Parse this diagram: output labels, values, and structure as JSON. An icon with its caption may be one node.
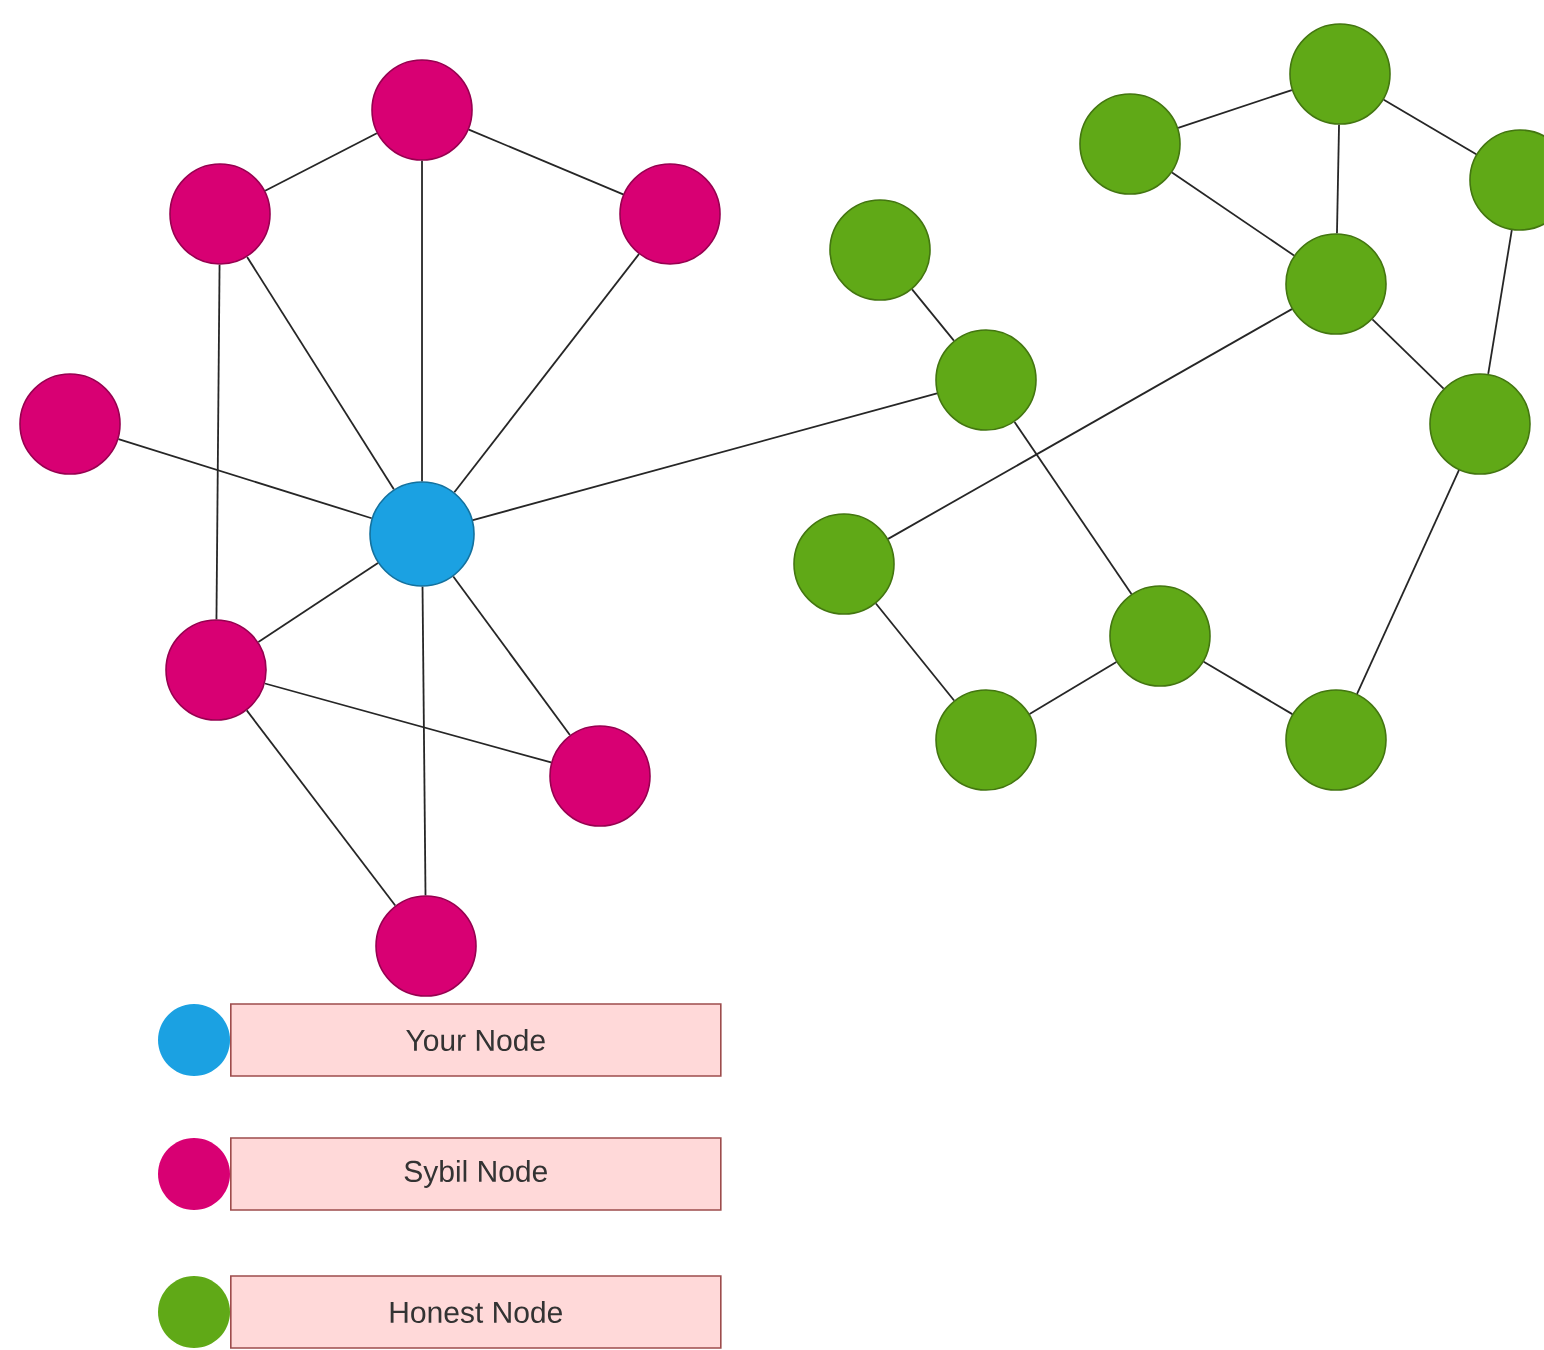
{
  "diagram": {
    "nodes": [
      {
        "text": [],
        "shape": "circle"
      },
      {
        "text": [],
        "shape": "circle"
      },
      {
        "text": [],
        "shape": "circle"
      },
      {
        "text": [],
        "shape": "circle"
      },
      {
        "text": [],
        "shape": "circle"
      },
      {
        "text": [],
        "shape": "circle"
      },
      {
        "text": [],
        "shape": "circle"
      },
      {
        "text": [],
        "shape": "circle"
      },
      {
        "text": [],
        "shape": "circle"
      },
      {
        "text": [],
        "shape": "circle"
      },
      {
        "text": [],
        "shape": "circle"
      },
      {
        "text": [],
        "shape": "circle"
      },
      {
        "text": [],
        "shape": "circle"
      },
      {
        "text": [],
        "shape": "circle"
      },
      {
        "text": [],
        "shape": "circle"
      },
      {
        "text": [],
        "shape": "circle"
      },
      {
        "text": [],
        "shape": "circle"
      },
      {
        "text": [],
        "shape": "circle"
      },
      {
        "text": [],
        "shape": "circle"
      }
    ],
    "edges": [
      {
        "from": 1,
        "to": 0,
        "arrow": "none"
      },
      {
        "from": 0,
        "to": 2,
        "arrow": "none"
      },
      {
        "from": 0,
        "to": 4,
        "arrow": "none"
      },
      {
        "from": 1,
        "to": 4,
        "arrow": "none"
      },
      {
        "from": 2,
        "to": 4,
        "arrow": "none"
      },
      {
        "from": 3,
        "to": 4,
        "arrow": "none"
      },
      {
        "from": 1,
        "to": 5,
        "arrow": "none"
      },
      {
        "from": 5,
        "to": 4,
        "arrow": "none"
      },
      {
        "from": 5,
        "to": 6,
        "arrow": "none"
      },
      {
        "from": 4,
        "to": 6,
        "arrow": "none"
      },
      {
        "from": 5,
        "to": 7,
        "arrow": "none"
      },
      {
        "from": 4,
        "to": 7,
        "arrow": "none"
      },
      {
        "from": 4,
        "to": 13,
        "arrow": "none"
      },
      {
        "from": 11,
        "to": 13,
        "arrow": "none"
      },
      {
        "from": 13,
        "to": 16,
        "arrow": "none"
      },
      {
        "from": 15,
        "to": 12,
        "arrow": "none"
      },
      {
        "from": 15,
        "to": 17,
        "arrow": "none"
      },
      {
        "from": 17,
        "to": 16,
        "arrow": "none"
      },
      {
        "from": 16,
        "to": 18,
        "arrow": "none"
      },
      {
        "from": 18,
        "to": 14,
        "arrow": "none"
      },
      {
        "from": 14,
        "to": 10,
        "arrow": "none"
      },
      {
        "from": 12,
        "to": 14,
        "arrow": "none"
      },
      {
        "from": 12,
        "to": 8,
        "arrow": "none"
      },
      {
        "from": 12,
        "to": 9,
        "arrow": "none"
      },
      {
        "from": 9,
        "to": 8,
        "arrow": "none"
      },
      {
        "from": 8,
        "to": 10,
        "arrow": "none"
      }
    ],
    "legend": [
      {
        "text": "Your Node",
        "color": "#1ba1e2"
      },
      {
        "text": "Sybil Node",
        "color": "#d80073"
      },
      {
        "text": "Honest Node",
        "color": "#60a917"
      }
    ]
  }
}
